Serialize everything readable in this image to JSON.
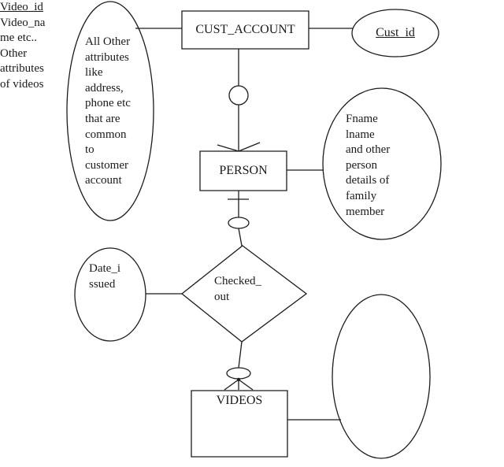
{
  "diagram": {
    "title": "Customer account / videos ER diagram",
    "entities": {
      "cust_account": "CUST_ACCOUNT",
      "person": "PERSON",
      "videos": "VIDEOS"
    },
    "relationships": {
      "checked_out": "Checked_\nout"
    },
    "attributes": {
      "cust_id": "Cust_id",
      "cust_account_notes": "All Other\nattributes\nlike\naddress,\nphone etc\nthat are\ncommon\nto\ncustomer\naccount",
      "person_notes": "Fname\nlname\nand other\nperson\ndetails of\nfamily\nmember",
      "date_issued": "Date_i\nssued",
      "video_id": "Video_id",
      "video_notes": "Video_na\nme etc..\nOther\nattributes\nof videos"
    },
    "colors": {
      "stroke": "#1c1c1c",
      "background": "#ffffff",
      "text": "#1a1a1a"
    }
  }
}
